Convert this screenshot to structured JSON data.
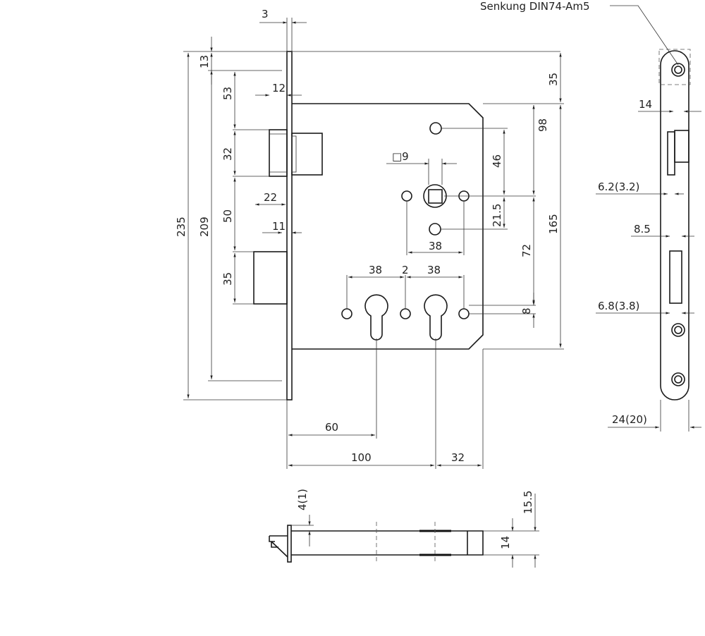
{
  "annotation": "Senkung DIN74-Am5",
  "front_view": {
    "dims": {
      "faceplate_thickness": "3",
      "top_offset": "13",
      "latch_top": "53",
      "latch_height": "32",
      "latch_projection": "12",
      "bolt_gap": "50",
      "bolt_projection": "22",
      "bolt_inset": "11",
      "bolt_height": "35",
      "total_height": "235",
      "inner_height": "209",
      "body_top": "35",
      "body_height": "165",
      "upper_to_spindle": "98",
      "spindle_to_upper": "46",
      "square": "□9",
      "spindle_lower": "21.5",
      "spindle_holes_spacing": "38",
      "spindle_to_cylinder": "72",
      "cyl_spacing_left": "38",
      "cyl_gap": "2",
      "cyl_spacing_right": "38",
      "cyl_hole_offset": "8",
      "backset_60": "60",
      "backset_100": "100",
      "depth_32": "32"
    }
  },
  "side_view": {
    "dims": {
      "width_14": "14",
      "latch_62": "6.2(3.2)",
      "width_85": "8.5",
      "bolt_68": "6.8(3.8)",
      "plate_width": "24(20)"
    }
  },
  "bottom_view": {
    "dims": {
      "offset": "4(1)",
      "thickness": "14",
      "total": "15.5"
    }
  }
}
